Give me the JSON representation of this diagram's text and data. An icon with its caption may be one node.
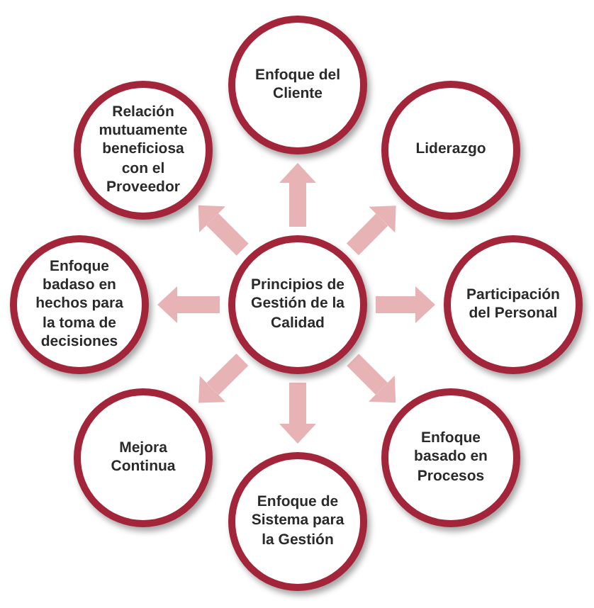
{
  "diagram": {
    "nodes": [
      {
        "text": [
          "Principios de Gestión de la Calidad"
        ]
      },
      {
        "text": [
          "Enfoque del Cliente"
        ]
      },
      {
        "text": [
          "Liderazgo"
        ]
      },
      {
        "text": [
          "Participación del Personal"
        ]
      },
      {
        "text": [
          "Enfoque basado en Procesos"
        ]
      },
      {
        "text": [
          "Enfoque de Sistema para la Gestión"
        ]
      },
      {
        "text": [
          "Mejora Continua"
        ]
      },
      {
        "text": [
          "Enfoque badaso en hechos para la toma de decisiones"
        ]
      },
      {
        "text": [
          "Relación mutuamente beneficiosa con el Proveedor"
        ]
      }
    ],
    "edges": [
      {
        "from": 0,
        "to": 1,
        "arrow": "to"
      },
      {
        "from": 0,
        "to": 2,
        "arrow": "to"
      },
      {
        "from": 0,
        "to": 3,
        "arrow": "to"
      },
      {
        "from": 0,
        "to": 4,
        "arrow": "to"
      },
      {
        "from": 0,
        "to": 5,
        "arrow": "to"
      },
      {
        "from": 0,
        "to": 6,
        "arrow": "to"
      },
      {
        "from": 0,
        "to": 7,
        "arrow": "to"
      },
      {
        "from": 0,
        "to": 8,
        "arrow": "to"
      }
    ]
  }
}
